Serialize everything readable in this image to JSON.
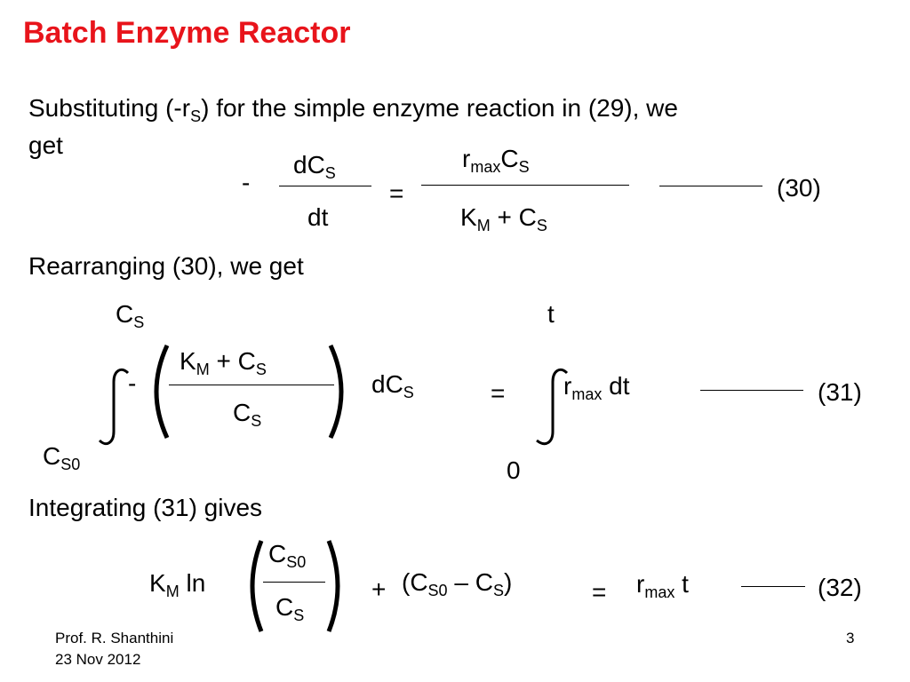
{
  "title": "Batch Enzyme Reactor",
  "intro": {
    "line1_pre": "Substituting (-r",
    "line1_sub": "S",
    "line1_post": ") for the simple enzyme reaction in (29), we",
    "line2": "get"
  },
  "eq30": {
    "minus": "-",
    "lhs_num": "dC",
    "lhs_num_sub": "S",
    "lhs_den": "dt",
    "equals": "=",
    "rhs_num_r": "r",
    "rhs_num_r_sub": "max",
    "rhs_num_c": "C",
    "rhs_num_c_sub": "S",
    "rhs_den_k": "K",
    "rhs_den_k_sub": "M",
    "rhs_den_plus": " + C",
    "rhs_den_c_sub": "S",
    "number": "(30)"
  },
  "rearranging": "Rearranging (30), we get",
  "eq31": {
    "upper_limit": "C",
    "upper_limit_sub": "S",
    "lower_limit": "C",
    "lower_limit_sub": "S0",
    "minus": "-",
    "frac_num_k": "K",
    "frac_num_k_sub": "M",
    "frac_num_plus": " + C",
    "frac_num_c_sub": "S",
    "frac_den": "C",
    "frac_den_sub": "S",
    "dcs": "dC",
    "dcs_sub": "S",
    "equals": "=",
    "rhs_upper_limit": "t",
    "rhs_lower_limit": "0",
    "rhs_r": "r",
    "rhs_r_sub": "max",
    "rhs_dt": " dt",
    "number": "(31)"
  },
  "integrating": "Integrating (31) gives",
  "eq32": {
    "k": "K",
    "k_sub": "M",
    "ln": " ln",
    "frac_num": "C",
    "frac_num_sub": "S0",
    "frac_den": "C",
    "frac_den_sub": "S",
    "plus": "+",
    "paren_open": "(C",
    "paren_sub1": "S0",
    "paren_mid": " – C",
    "paren_sub2": "S",
    "paren_close": ")",
    "equals": "=",
    "rhs_r": "r",
    "rhs_r_sub": "max",
    "rhs_t": " t",
    "number": "(32)"
  },
  "footer": {
    "author": "Prof. R. Shanthini",
    "date": "23 Nov 2012",
    "page": "3"
  }
}
